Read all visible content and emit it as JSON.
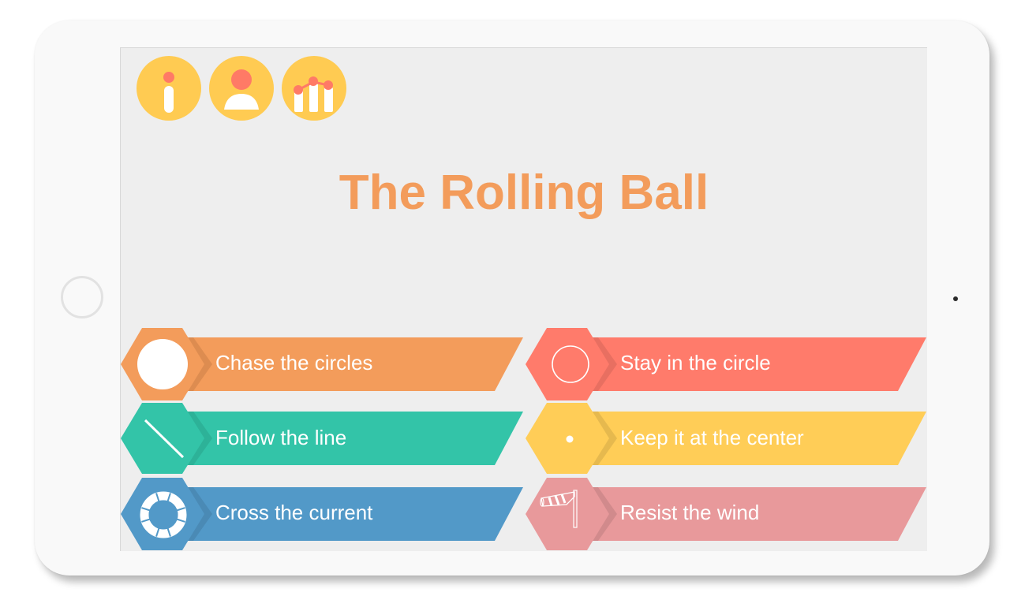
{
  "app": {
    "title": "The Rolling Ball"
  },
  "toolbar": {
    "buttons": [
      {
        "name": "info-button",
        "icon": "info-icon",
        "color": "#ffcb52"
      },
      {
        "name": "profile-button",
        "icon": "user-icon",
        "color": "#ffcb52"
      },
      {
        "name": "stats-button",
        "icon": "chart-icon",
        "color": "#ffcb52"
      }
    ],
    "accent": "#ff7a66"
  },
  "menu": {
    "items": [
      {
        "label": "Chase the circles",
        "icon": "filled-circle-icon",
        "color": "#f39c5b",
        "shade": "#dd8c50"
      },
      {
        "label": "Stay in the circle",
        "icon": "outline-circle-icon",
        "color": "#ff7b6b",
        "shade": "#e86f61"
      },
      {
        "label": "Follow the line",
        "icon": "diagonal-line-icon",
        "color": "#33c4a8",
        "shade": "#2db298"
      },
      {
        "label": "Keep it at the center",
        "icon": "center-dot-icon",
        "color": "#ffcd57",
        "shade": "#e6b94e"
      },
      {
        "label": "Cross the current",
        "icon": "lifebuoy-icon",
        "color": "#5299c8",
        "shade": "#4a8ab5"
      },
      {
        "label": "Resist the wind",
        "icon": "windsock-icon",
        "color": "#e8999b",
        "shade": "#d18a8c"
      }
    ]
  }
}
